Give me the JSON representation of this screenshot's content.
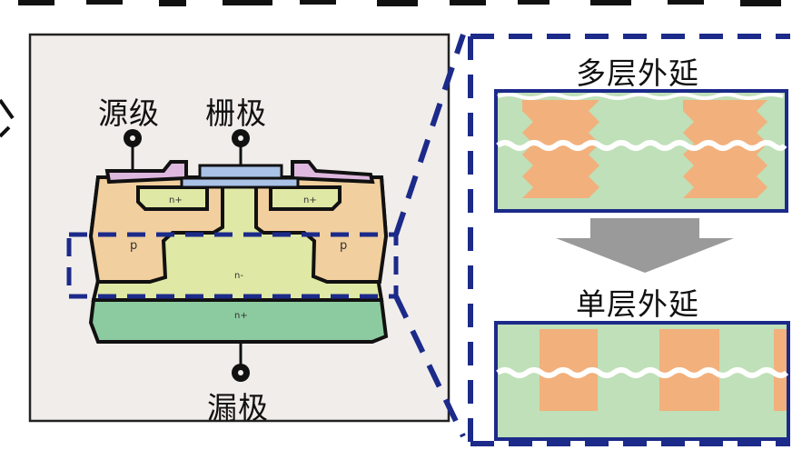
{
  "top_partial_text": "",
  "left_box": {
    "source_label": "源级",
    "gate_label": "栅极",
    "drain_label": "漏极",
    "region_labels": {
      "p_left": "p",
      "p_right": "p",
      "n_plus_left": "n+",
      "n_plus_right": "n+",
      "n_minus": "n-",
      "n_plus_substrate": "n+"
    }
  },
  "right_panel": {
    "multi_layer_title": "多层外延",
    "single_layer_title": "单层外延"
  },
  "colors": {
    "navy_border": "#1c2a8a",
    "dashed_blue": "#1c2a8a",
    "box_background": "#f1edeb",
    "p_region": "#f1cf9e",
    "n_minus_region": "#dfe8a4",
    "n_plus_substrate": "#8ccaa0",
    "gate_oxide": "#a9c2e6",
    "source_metal": "#dfb8df",
    "epi_green": "#bfe0b8",
    "epi_orange": "#f2b07c",
    "arrow_gray": "#9a9a9a"
  }
}
